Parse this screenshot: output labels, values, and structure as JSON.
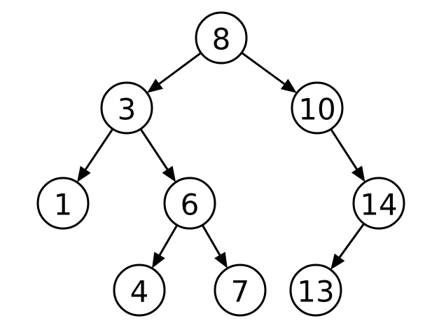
{
  "diagram": {
    "type": "binary-search-tree",
    "colors": {
      "stroke": "#000000",
      "fill": "#ffffff",
      "text": "#000000",
      "background": "#ffffff"
    },
    "nodes": [
      {
        "id": "n8",
        "label": "8"
      },
      {
        "id": "n3",
        "label": "3"
      },
      {
        "id": "n10",
        "label": "10"
      },
      {
        "id": "n1",
        "label": "1"
      },
      {
        "id": "n6",
        "label": "6"
      },
      {
        "id": "n14",
        "label": "14"
      },
      {
        "id": "n4",
        "label": "4"
      },
      {
        "id": "n7",
        "label": "7"
      },
      {
        "id": "n13",
        "label": "13"
      }
    ],
    "edges": [
      {
        "from": "n8",
        "to": "n3"
      },
      {
        "from": "n8",
        "to": "n10"
      },
      {
        "from": "n3",
        "to": "n1"
      },
      {
        "from": "n3",
        "to": "n6"
      },
      {
        "from": "n10",
        "to": "n14"
      },
      {
        "from": "n6",
        "to": "n4"
      },
      {
        "from": "n6",
        "to": "n7"
      },
      {
        "from": "n14",
        "to": "n13"
      }
    ]
  }
}
